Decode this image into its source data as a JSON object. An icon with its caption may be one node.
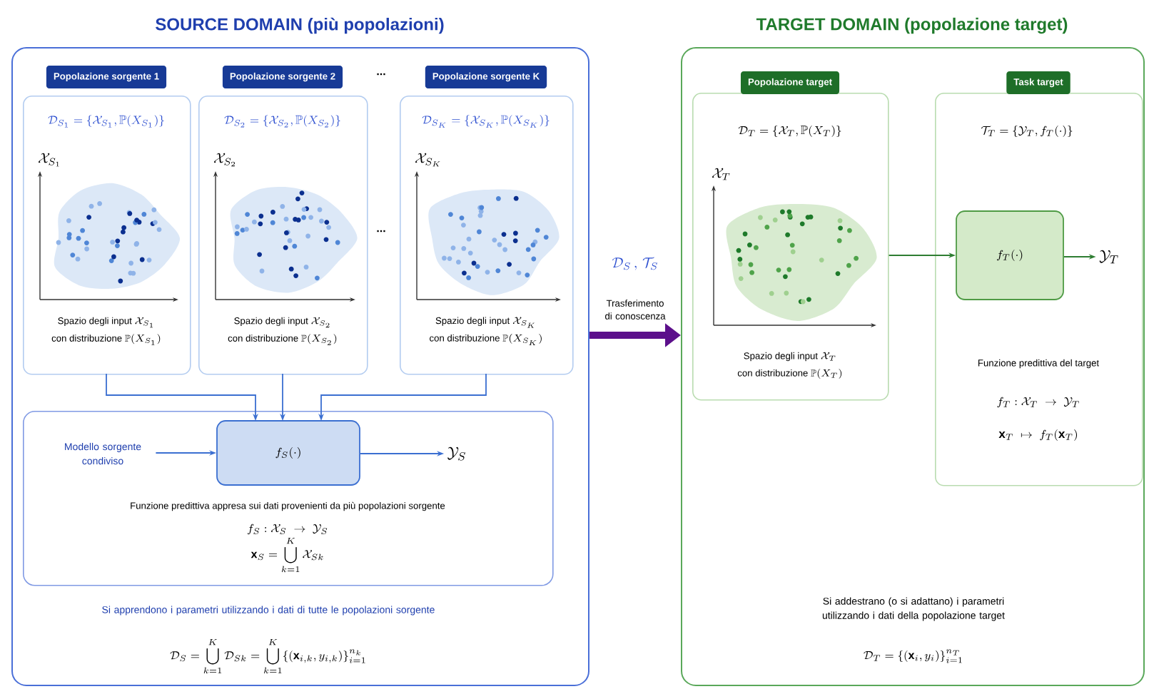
{
  "diagram": {
    "nodes": [
      {
        "text": [
          "SOURCE DOMAIN (più popolazioni)"
        ]
      },
      {
        "text": [
          "Popolazione sorgente 1",
          "\\mathcal{D}_{S_1} = \\{\\mathcal{X}_{S_1}, \\mathbb{P}(X_{S_1})\\}",
          "\\mathcal{X}_{S_1}",
          "\\text{Spazio degli input } \\mathcal{X}_{S_1}",
          "\\text{con distribuzione } \\mathbb{P}(X_{S_1})"
        ],
        "in": 0
      },
      {
        "text": [
          "Popolazione sorgente 2",
          "\\mathcal{D}_{S_2} = \\{\\mathcal{X}_{S_2}, \\mathbb{P}(X_{S_2})\\}",
          "\\mathcal{X}_{S_2}",
          "\\text{Spazio degli input } \\mathcal{X}_{S_2}",
          "\\text{con distribuzione } \\mathbb{P}(X_{S_2})"
        ],
        "in": 0
      },
      {
        "text": [
          "Popolazione sorgente K",
          "\\mathcal{D}_{S_K} = \\{\\mathcal{X}_{S_K}, \\mathbb{P}(X_{S_K})\\}",
          "\\mathcal{X}_{S_K}",
          "\\text{Spazio degli input } \\mathcal{X}_{S_K}",
          "\\text{con distribuzione } \\mathbb{P}(X_{S_K})"
        ],
        "in": 0
      },
      {
        "text": [
          "Funzione predittiva appresa sui dati provenienti da più popolazioni sorgente",
          "f_S : \\mathcal{X}_S \\;\\rightarrow\\; \\mathcal{Y}_S",
          "\\mathbf{x}_S = \\bigcup_{k=1}^{K} \\mathcal{X}_{Sk}"
        ],
        "in": 0
      },
      {
        "text": [
          "Modello sorgente condiviso"
        ],
        "in": 4
      },
      {
        "text": [
          "f_S(\\cdot)"
        ],
        "in": 4
      },
      {
        "text": [
          "\\mathcal{Y}_S"
        ],
        "in": 4
      },
      {
        "text": [
          "TARGET DOMAIN (popolazione target)"
        ]
      },
      {
        "text": [
          "Popolazione target",
          "\\mathcal{D}_T = \\{\\mathcal{X}_T, \\mathbb{P}(X_T)\\}",
          "\\mathcal{X}_T",
          "\\text{Spazio degli input } \\mathcal{X}_T",
          "\\text{con distribuzione } \\mathbb{P}(X_T)"
        ],
        "in": 8
      },
      {
        "text": [
          "Task target",
          "\\mathcal{T}_T = \\{\\mathcal{Y}_T, f_T(\\cdot)\\}",
          "Funzione predittiva del target",
          "f_T : \\mathcal{X}_T \\;\\rightarrow\\; \\mathcal{Y}_T",
          "\\mathbf{x}_T \\;\\mapsto\\; f_T(\\mathbf{x}_T)"
        ],
        "in": 8
      },
      {
        "text": [
          "f_T(\\cdot)"
        ],
        "in": 10
      },
      {
        "text": [
          "\\mathcal{Y}_T"
        ],
        "in": 10
      }
    ],
    "edges": [
      {
        "from": 1,
        "to": 6,
        "arrow": "to"
      },
      {
        "from": 2,
        "to": 6,
        "arrow": "to"
      },
      {
        "from": 3,
        "to": 6,
        "arrow": "to"
      },
      {
        "from": 5,
        "to": 6,
        "arrow": "to"
      },
      {
        "from": 6,
        "to": 7,
        "arrow": "to"
      },
      {
        "from": 0,
        "to": 8,
        "arrow": "to",
        "label": "Trasferimento di conoscenza",
        "style": "thick",
        "color": "#5c0f8b"
      },
      {
        "from": 9,
        "to": 11,
        "arrow": "to",
        "color": "#2e7d32"
      },
      {
        "from": 11,
        "to": 12,
        "arrow": "to",
        "color": "#2e7d32"
      }
    ],
    "labels": [
      "...",
      "...",
      "Si apprendono i parametri utilizzando i dati di tutte le popolazioni sorgente",
      "\\mathcal{D}_S = \\bigcup_{k=1}^{K} \\mathcal{D}_{Sk} = \\bigcup_{k=1}^{K} \\{(\\mathbf{x}_{i,k}, y_{i,k})\\}_{i=1}^{n_k}",
      "\\mathcal{D}_S\\,,\\, \\mathcal{T}_S",
      "Si addestrano (o si adattano) i parametri utilizzando i dati della popolazione target",
      "\\mathcal{D}_T = \\{(\\mathbf{x}_i, y_i)\\}_{i=1}^{n_T}"
    ]
  }
}
